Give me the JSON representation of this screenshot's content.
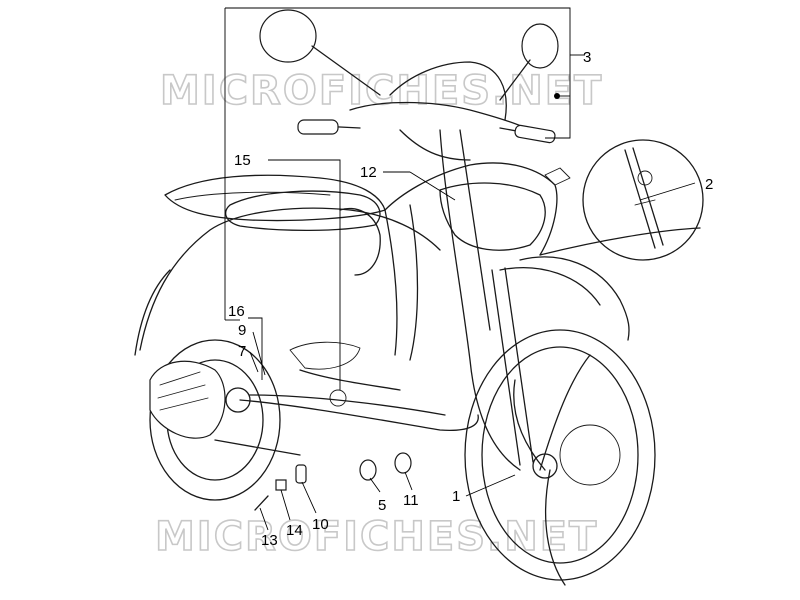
{
  "watermark": {
    "text": "MICROFICHES.NET",
    "color": "#c8c8c8"
  },
  "callouts": [
    {
      "id": "1",
      "label": "1"
    },
    {
      "id": "2",
      "label": "2"
    },
    {
      "id": "3",
      "label": "3"
    },
    {
      "id": "5",
      "label": "5"
    },
    {
      "id": "7",
      "label": "7"
    },
    {
      "id": "9",
      "label": "9"
    },
    {
      "id": "10",
      "label": "10"
    },
    {
      "id": "11",
      "label": "11"
    },
    {
      "id": "12",
      "label": "12"
    },
    {
      "id": "13",
      "label": "13"
    },
    {
      "id": "14",
      "label": "14"
    },
    {
      "id": "15",
      "label": "15"
    },
    {
      "id": "16",
      "label": "16"
    }
  ],
  "colors": {
    "line": "#1a1a1a",
    "background": "#ffffff"
  }
}
